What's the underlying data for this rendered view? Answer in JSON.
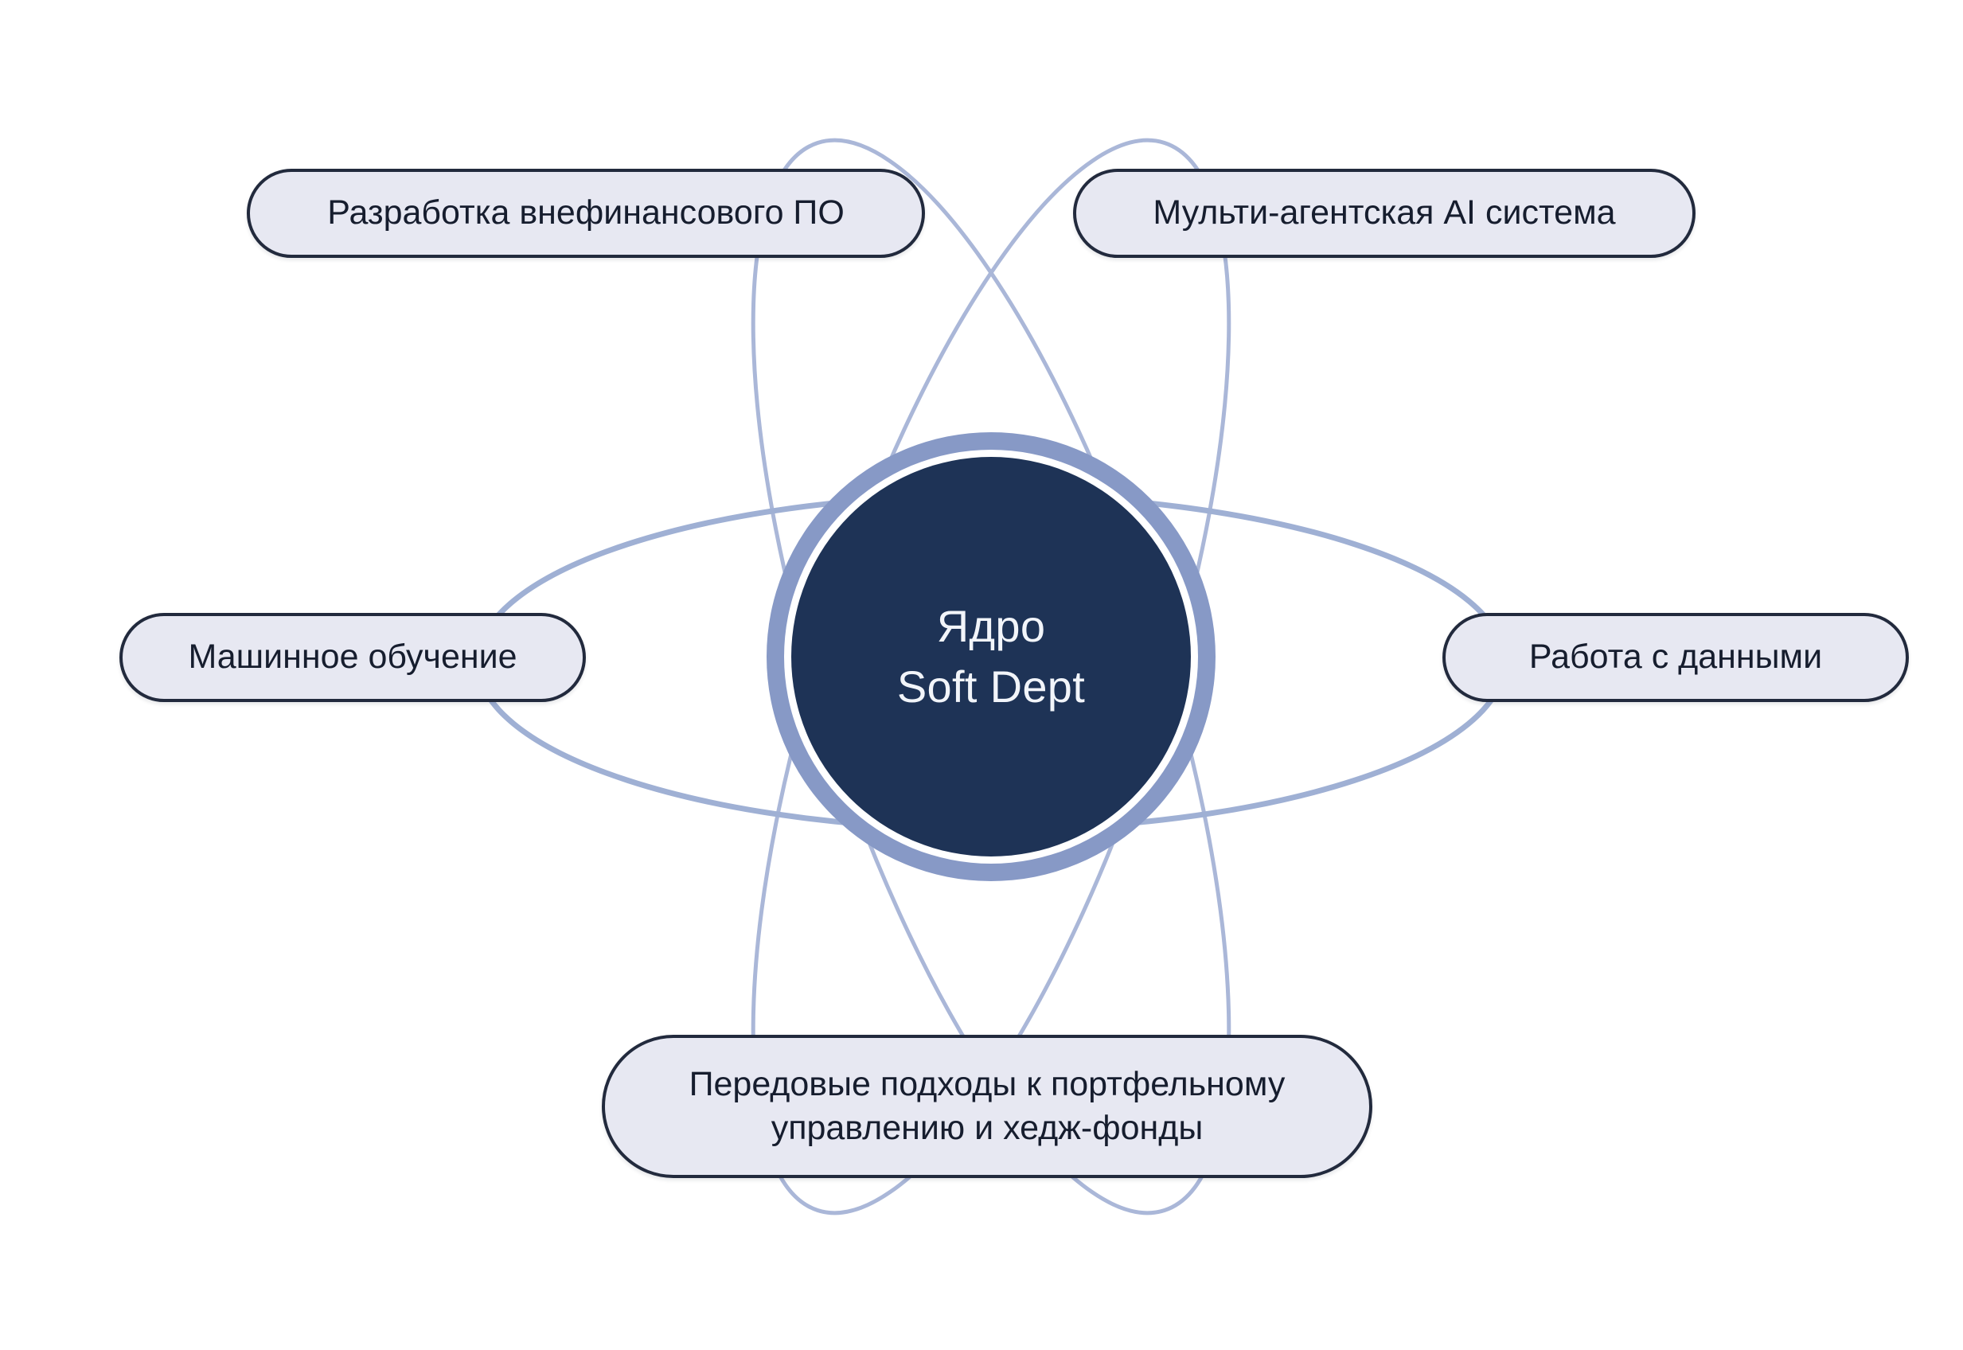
{
  "diagram": {
    "type": "atom-hub-and-spoke",
    "background_color": "#ffffff",
    "core": {
      "label_line_1": "Ядро",
      "label_line_2": "Soft Dept",
      "fill_color": "#1e3356",
      "ring_color": "#8799c6",
      "text_color": "#f2f5fa"
    },
    "orbit": {
      "stroke_color": "#aab7d8",
      "stroke_color_major": "#9fb0d4",
      "count": 3
    },
    "pill_style": {
      "fill_color": "#e7e8f2",
      "border_color": "#222a3d",
      "text_color": "#161d2e"
    },
    "nodes": [
      {
        "id": "top-left",
        "label": "Разработка внефинансового ПО",
        "lines": [
          "Разработка внефинансового ПО"
        ]
      },
      {
        "id": "top-right",
        "label": "Мульти-агентская AI система",
        "lines": [
          "Мульти-агентская AI система"
        ]
      },
      {
        "id": "left",
        "label": "Машинное обучение",
        "lines": [
          "Машинное обучение"
        ]
      },
      {
        "id": "right",
        "label": "Работа с данными",
        "lines": [
          "Работа с данными"
        ]
      },
      {
        "id": "bottom",
        "label": "Передовые подходы к портфельному управлению и хедж-фонды",
        "lines": [
          "Передовые подходы к портфельному",
          "управлению и хедж-фонды"
        ]
      }
    ]
  }
}
